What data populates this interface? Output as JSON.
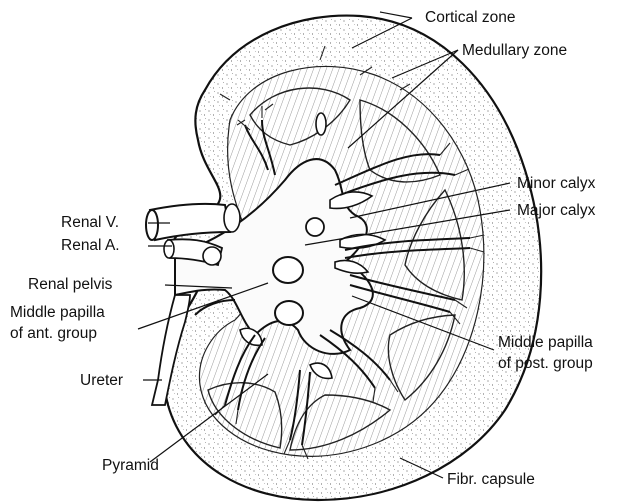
{
  "labels": {
    "cortical_zone": "Cortical zone",
    "medullary_zone": "Medullary zone",
    "minor_calyx": "Minor calyx",
    "major_calyx": "Major calyx",
    "renal_v": "Renal V.",
    "renal_a": "Renal A.",
    "renal_pelvis": "Renal pelvis",
    "middle_papilla_ant_line1": "Middle papilla",
    "middle_papilla_ant_line2": "of ant. group",
    "middle_papilla_post_line1": "Middle papilla",
    "middle_papilla_post_line2": "of post. group",
    "ureter": "Ureter",
    "pyramid": "Pyramid",
    "fibr_capsule": "Fibr. capsule"
  },
  "colors": {
    "ink": "#111111",
    "background": "#ffffff",
    "tissue_fill": "#f7f7f7"
  }
}
